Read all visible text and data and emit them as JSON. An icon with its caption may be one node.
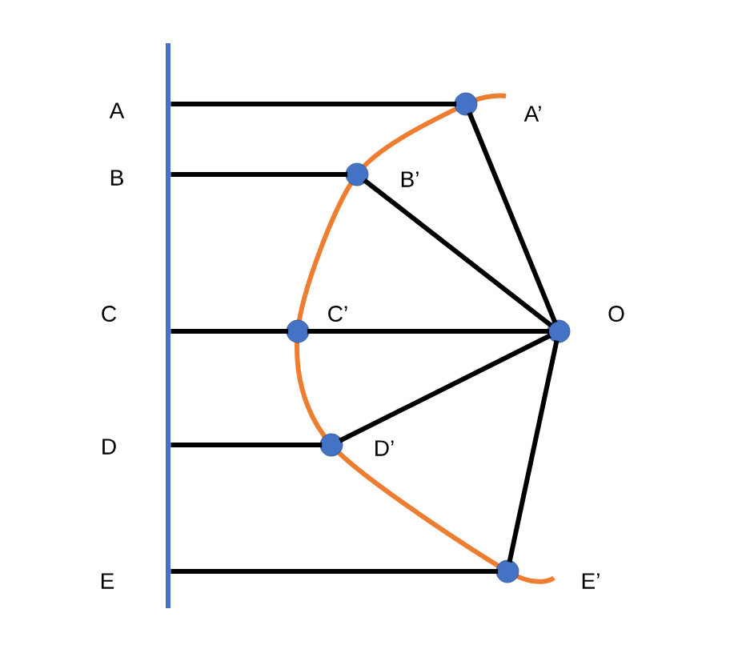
{
  "diagram": {
    "nodes": [
      {
        "text": [],
        "shape": "bar"
      },
      {
        "text": [
          "A’"
        ]
      },
      {
        "text": [
          "B’"
        ]
      },
      {
        "text": [
          "C’"
        ]
      },
      {
        "text": [
          "D’"
        ]
      },
      {
        "text": [
          "E’"
        ]
      },
      {
        "text": [
          "O"
        ]
      }
    ],
    "edges": [
      {
        "from": 0,
        "to": 1,
        "arrow": "none"
      },
      {
        "from": 0,
        "to": 2,
        "arrow": "none"
      },
      {
        "from": 0,
        "to": 3,
        "arrow": "none"
      },
      {
        "from": 0,
        "to": 4,
        "arrow": "none"
      },
      {
        "from": 0,
        "to": 5,
        "arrow": "none"
      },
      {
        "from": 1,
        "to": 6,
        "arrow": "none"
      },
      {
        "from": 2,
        "to": 6,
        "arrow": "none"
      },
      {
        "from": 3,
        "to": 6,
        "arrow": "none"
      },
      {
        "from": 4,
        "to": 6,
        "arrow": "none"
      },
      {
        "from": 5,
        "to": 6,
        "arrow": "none"
      }
    ],
    "labels": [
      "A",
      "B",
      "C",
      "D",
      "E"
    ]
  }
}
